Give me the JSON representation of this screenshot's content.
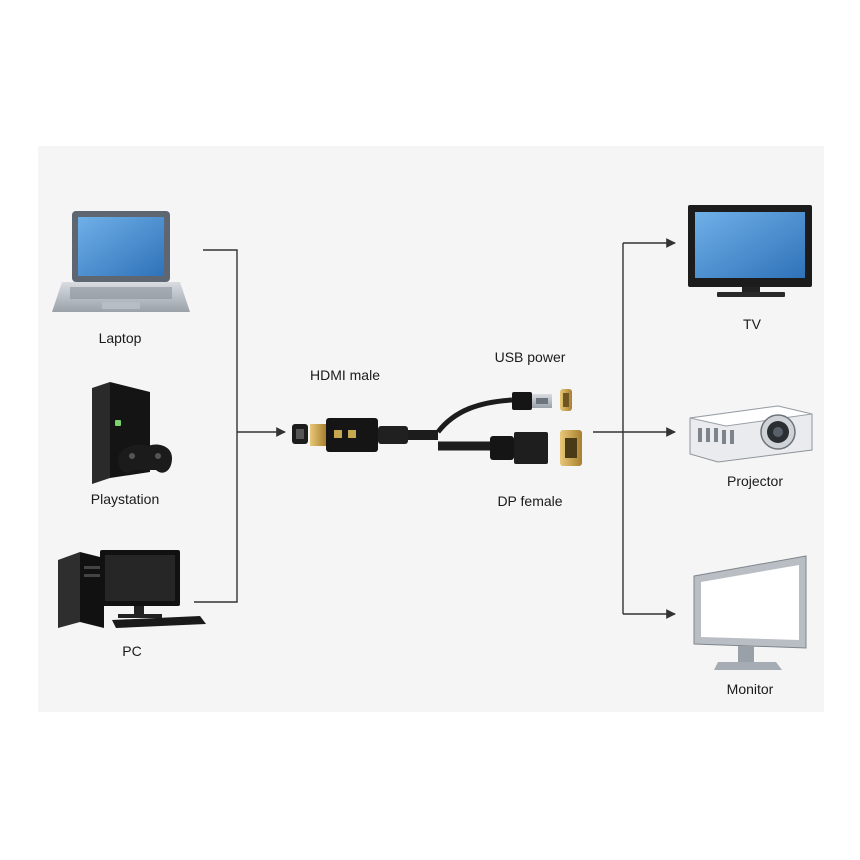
{
  "sources": [
    {
      "label": "Laptop",
      "icon": "laptop-icon"
    },
    {
      "label": "Playstation",
      "icon": "game-console-icon"
    },
    {
      "label": "PC",
      "icon": "desktop-pc-icon"
    }
  ],
  "destinations": [
    {
      "label": "TV",
      "icon": "tv-icon"
    },
    {
      "label": "Projector",
      "icon": "projector-icon"
    },
    {
      "label": "Monitor",
      "icon": "monitor-icon"
    }
  ],
  "adapter": {
    "hdmi_label": "HDMI male",
    "usb_label": "USB power",
    "dp_label": "DP female"
  },
  "colors": {
    "panel": "#f5f5f5",
    "line": "#333333",
    "screen_blue": "#3f86c9",
    "cable": "#1c1c1c",
    "gold": "#c9a24a"
  }
}
